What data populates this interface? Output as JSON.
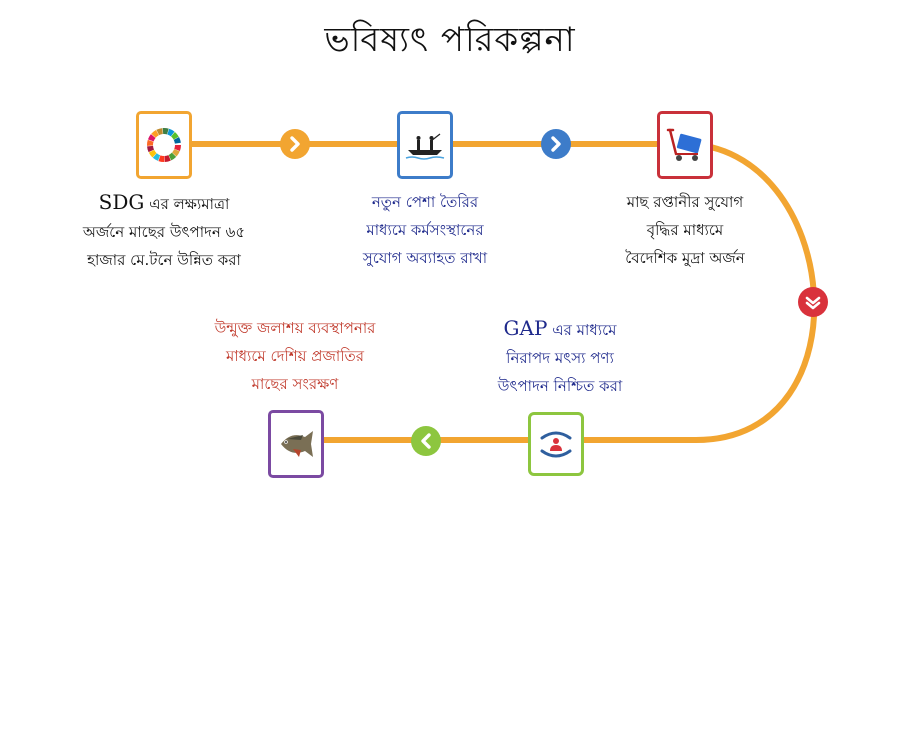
{
  "title": "ভবিষ্যৎ পরিকল্পনা",
  "colors": {
    "track": "#f2a531",
    "node1": "#f2a531",
    "node2": "#3d7cc9",
    "node3": "#c9313a",
    "node4": "#8dc63f",
    "node5": "#7b4aa2",
    "text_black": "#111111",
    "text_blue": "#1f2a8c",
    "text_red": "#c0392b"
  },
  "steps": [
    {
      "icon": "sdg-wheel-icon",
      "lead": "SDG",
      "lines": [
        " এর লক্ষ্যমাত্রা",
        "অর্জনে মাছের উৎপাদন ৬৫",
        "হাজার মে.টনে উন্নিত করা"
      ]
    },
    {
      "icon": "fishing-boat-icon",
      "lines": [
        "নতুন পেশা তৈরির",
        "মাধ্যমে কর্মসংস্থানের",
        "সুযোগ অব্যাহত রাখা"
      ]
    },
    {
      "icon": "export-trolley-icon",
      "lines": [
        "মাছ রপ্তানীর সুযোগ",
        "বৃদ্ধির মাধ্যমে",
        "বৈদেশিক মুদ্রা অর্জন"
      ]
    },
    {
      "icon": "safe-hands-icon",
      "lead": "GAP",
      "lines": [
        " এর মাধ্যমে",
        "নিরাপদ মৎস্য পণ্য",
        "উৎপাদন নিশ্চিত করা"
      ]
    },
    {
      "icon": "tilapia-fish-icon",
      "lines": [
        "উন্মুক্ত জলাশয় ব্যবস্থাপনার",
        "মাধ্যমে দেশিয় প্রজাতির",
        "মাছের সংরক্ষণ"
      ]
    }
  ],
  "arrows": [
    {
      "icon": "chevron-right-icon",
      "color": "#f2a531"
    },
    {
      "icon": "chevron-right-icon",
      "color": "#3d7cc9"
    },
    {
      "icon": "chevron-down-icon",
      "color": "#d9323c"
    },
    {
      "icon": "chevron-left-icon",
      "color": "#8dc63f"
    }
  ]
}
